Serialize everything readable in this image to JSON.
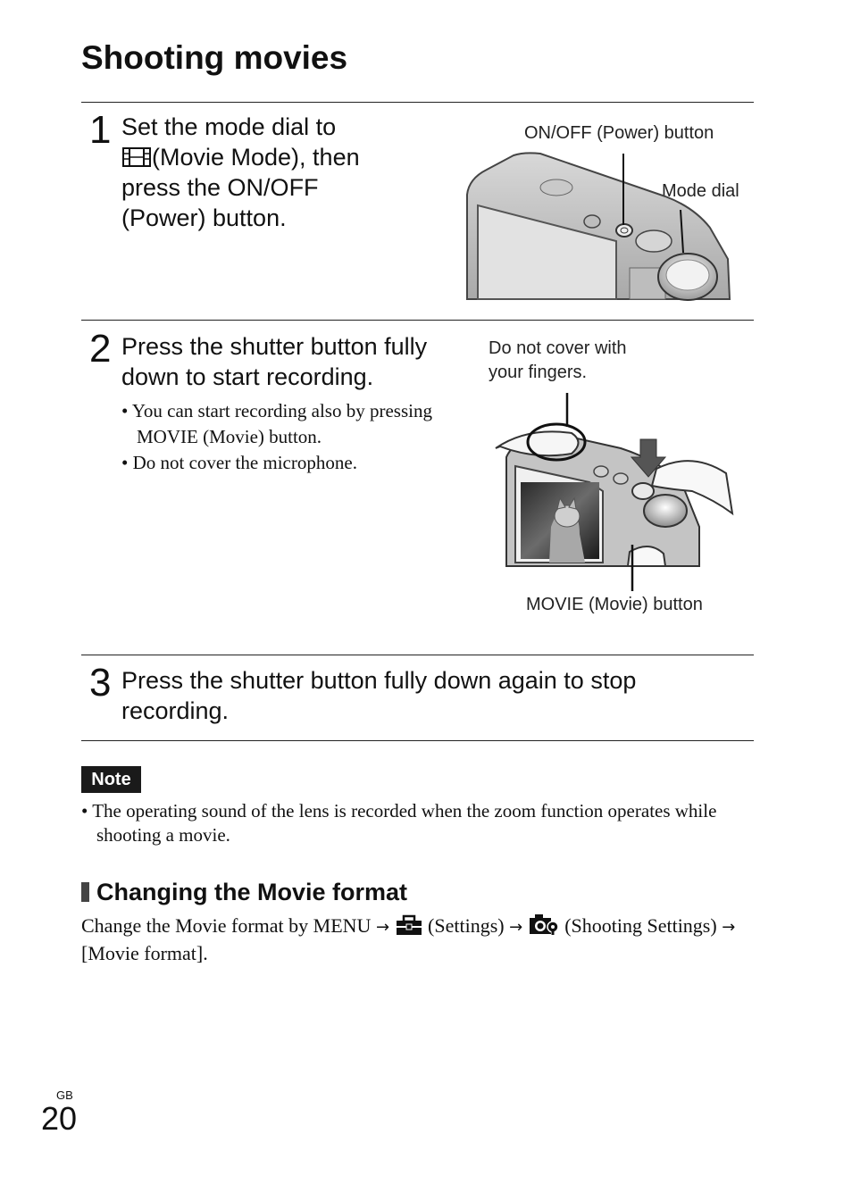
{
  "page": {
    "title": "Shooting movies",
    "page_region": "GB",
    "page_number": "20"
  },
  "step1": {
    "number": "1",
    "line1": "Set the mode dial to",
    "line2": "(Movie Mode), then",
    "line3": "press the ON/OFF",
    "line4": "(Power) button.",
    "icon": "movie-mode-icon",
    "label_power": "ON/OFF (Power) button",
    "label_dial": "Mode dial"
  },
  "step2": {
    "number": "2",
    "line1": "Press the shutter button fully",
    "line2": "down to start recording.",
    "bullets": [
      "• You can start recording also by pressing MOVIE (Movie) button.",
      "• Do not cover the microphone."
    ],
    "label_cover_1": "Do not cover with",
    "label_cover_2": "your fingers.",
    "label_movie_button": "MOVIE (Movie) button"
  },
  "step3": {
    "number": "3",
    "line1": "Press the shutter button fully down again to stop",
    "line2": "recording."
  },
  "note": {
    "badge": "Note",
    "text": "• The operating sound of the lens is recorded when the zoom function operates while shooting a movie."
  },
  "section": {
    "heading": "Changing the Movie format",
    "part1": "Change the Movie format by MENU",
    "settings_label": "(Settings)",
    "shooting_settings_label": "(Shooting Settings)",
    "part4": "[Movie format].",
    "arrow": "→",
    "icons": [
      "settings-toolbox-icon",
      "shooting-settings-camera-icon"
    ]
  }
}
